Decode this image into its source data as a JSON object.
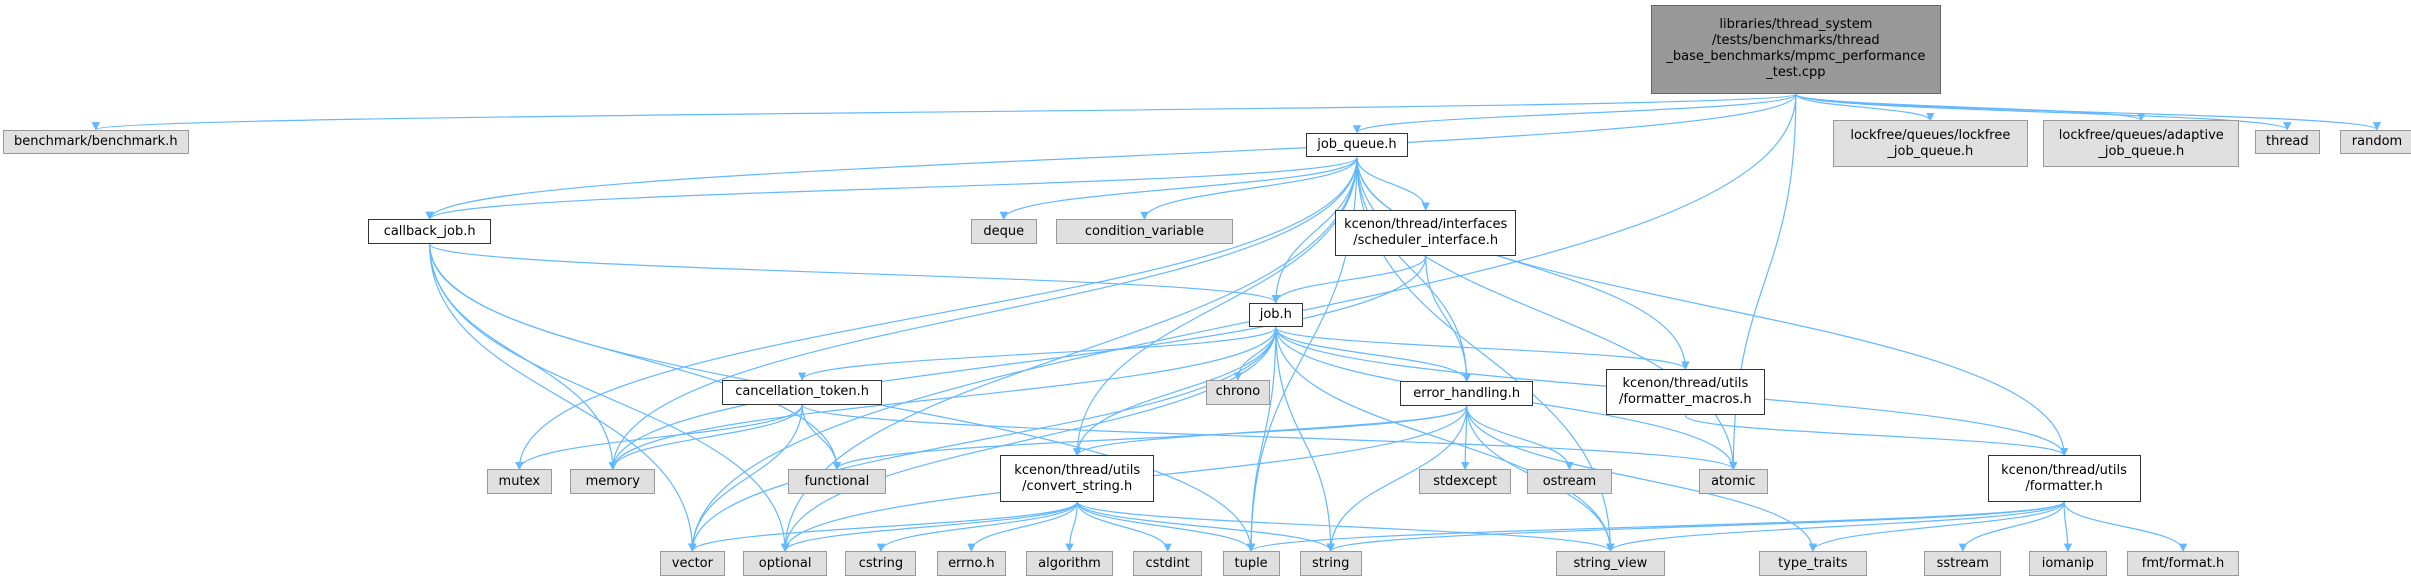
{
  "colors": {
    "edge": "#63b8ff",
    "root_fill": "#999999",
    "project_fill": "#ffffff",
    "system_fill": "#e0e0e0"
  },
  "root": "libraries/thread_system\n/tests/benchmarks/thread\n_base_benchmarks/mpmc_performance\n_test.cpp",
  "nodes": [
    {
      "id": "root",
      "label": "libraries/thread_system\n/tests/benchmarks/thread\n_base_benchmarks/mpmc_performance\n_test.cpp",
      "kind": "root"
    },
    {
      "id": "benchmark",
      "label": "benchmark/benchmark.h",
      "kind": "sys"
    },
    {
      "id": "job_queue",
      "label": "job_queue.h",
      "kind": "proj"
    },
    {
      "id": "lf_job_queue",
      "label": "lockfree/queues/lockfree\n_job_queue.h",
      "kind": "sys"
    },
    {
      "id": "adaptive_queue",
      "label": "lockfree/queues/adaptive\n_job_queue.h",
      "kind": "sys"
    },
    {
      "id": "thread",
      "label": "thread",
      "kind": "sys"
    },
    {
      "id": "random",
      "label": "random",
      "kind": "sys"
    },
    {
      "id": "callback_job",
      "label": "callback_job.h",
      "kind": "proj"
    },
    {
      "id": "deque",
      "label": "deque",
      "kind": "sys"
    },
    {
      "id": "condition_variable",
      "label": "condition_variable",
      "kind": "sys"
    },
    {
      "id": "scheduler",
      "label": "kcenon/thread/interfaces\n/scheduler_interface.h",
      "kind": "proj"
    },
    {
      "id": "job",
      "label": "job.h",
      "kind": "proj"
    },
    {
      "id": "cancellation",
      "label": "cancellation_token.h",
      "kind": "proj"
    },
    {
      "id": "chrono",
      "label": "chrono",
      "kind": "sys"
    },
    {
      "id": "error_handling",
      "label": "error_handling.h",
      "kind": "proj"
    },
    {
      "id": "formatter_macros",
      "label": "kcenon/thread/utils\n/formatter_macros.h",
      "kind": "proj"
    },
    {
      "id": "mutex",
      "label": "mutex",
      "kind": "sys"
    },
    {
      "id": "memory",
      "label": "memory",
      "kind": "sys"
    },
    {
      "id": "functional",
      "label": "functional",
      "kind": "sys"
    },
    {
      "id": "convert_string",
      "label": "kcenon/thread/utils\n/convert_string.h",
      "kind": "proj"
    },
    {
      "id": "stdexcept",
      "label": "stdexcept",
      "kind": "sys"
    },
    {
      "id": "ostream",
      "label": "ostream",
      "kind": "sys"
    },
    {
      "id": "atomic",
      "label": "atomic",
      "kind": "sys"
    },
    {
      "id": "formatter",
      "label": "kcenon/thread/utils\n/formatter.h",
      "kind": "proj"
    },
    {
      "id": "vector",
      "label": "vector",
      "kind": "sys"
    },
    {
      "id": "optional",
      "label": "optional",
      "kind": "sys"
    },
    {
      "id": "cstring",
      "label": "cstring",
      "kind": "sys"
    },
    {
      "id": "errno",
      "label": "errno.h",
      "kind": "sys"
    },
    {
      "id": "algorithm",
      "label": "algorithm",
      "kind": "sys"
    },
    {
      "id": "cstdint",
      "label": "cstdint",
      "kind": "sys"
    },
    {
      "id": "tuple",
      "label": "tuple",
      "kind": "sys"
    },
    {
      "id": "string",
      "label": "string",
      "kind": "sys"
    },
    {
      "id": "string_view",
      "label": "string_view",
      "kind": "sys"
    },
    {
      "id": "type_traits",
      "label": "type_traits",
      "kind": "sys"
    },
    {
      "id": "sstream",
      "label": "sstream",
      "kind": "sys"
    },
    {
      "id": "iomanip",
      "label": "iomanip",
      "kind": "sys"
    },
    {
      "id": "fmt_format",
      "label": "fmt/format.h",
      "kind": "sys"
    }
  ],
  "edges": [
    [
      "root",
      "benchmark"
    ],
    [
      "root",
      "job_queue"
    ],
    [
      "root",
      "lf_job_queue"
    ],
    [
      "root",
      "adaptive_queue"
    ],
    [
      "root",
      "thread"
    ],
    [
      "root",
      "random"
    ],
    [
      "root",
      "callback_job"
    ],
    [
      "root",
      "vector"
    ],
    [
      "root",
      "atomic"
    ],
    [
      "job_queue",
      "callback_job"
    ],
    [
      "job_queue",
      "deque"
    ],
    [
      "job_queue",
      "condition_variable"
    ],
    [
      "job_queue",
      "scheduler"
    ],
    [
      "job_queue",
      "job"
    ],
    [
      "job_queue",
      "error_handling"
    ],
    [
      "job_queue",
      "formatter_macros"
    ],
    [
      "job_queue",
      "convert_string"
    ],
    [
      "job_queue",
      "formatter"
    ],
    [
      "job_queue",
      "mutex"
    ],
    [
      "job_queue",
      "memory"
    ],
    [
      "job_queue",
      "atomic"
    ],
    [
      "job_queue",
      "tuple"
    ],
    [
      "job_queue",
      "string_view"
    ],
    [
      "job_queue",
      "optional"
    ],
    [
      "callback_job",
      "job"
    ],
    [
      "callback_job",
      "vector"
    ],
    [
      "callback_job",
      "optional"
    ],
    [
      "callback_job",
      "memory"
    ],
    [
      "callback_job",
      "functional"
    ],
    [
      "callback_job",
      "tuple"
    ],
    [
      "scheduler",
      "job"
    ],
    [
      "scheduler",
      "error_handling"
    ],
    [
      "scheduler",
      "memory"
    ],
    [
      "job",
      "cancellation"
    ],
    [
      "job",
      "chrono"
    ],
    [
      "job",
      "error_handling"
    ],
    [
      "job",
      "formatter_macros"
    ],
    [
      "job",
      "convert_string"
    ],
    [
      "job",
      "formatter"
    ],
    [
      "job",
      "vector"
    ],
    [
      "job",
      "optional"
    ],
    [
      "job",
      "memory"
    ],
    [
      "job",
      "tuple"
    ],
    [
      "job",
      "string"
    ],
    [
      "job",
      "string_view"
    ],
    [
      "job",
      "atomic"
    ],
    [
      "cancellation",
      "mutex"
    ],
    [
      "cancellation",
      "memory"
    ],
    [
      "cancellation",
      "functional"
    ],
    [
      "cancellation",
      "vector"
    ],
    [
      "cancellation",
      "atomic"
    ],
    [
      "error_handling",
      "convert_string"
    ],
    [
      "error_handling",
      "stdexcept"
    ],
    [
      "error_handling",
      "ostream"
    ],
    [
      "error_handling",
      "string"
    ],
    [
      "error_handling",
      "string_view"
    ],
    [
      "error_handling",
      "type_traits"
    ],
    [
      "error_handling",
      "functional"
    ],
    [
      "error_handling",
      "optional"
    ],
    [
      "formatter_macros",
      "formatter"
    ],
    [
      "convert_string",
      "vector"
    ],
    [
      "convert_string",
      "optional"
    ],
    [
      "convert_string",
      "cstring"
    ],
    [
      "convert_string",
      "errno"
    ],
    [
      "convert_string",
      "algorithm"
    ],
    [
      "convert_string",
      "cstdint"
    ],
    [
      "convert_string",
      "tuple"
    ],
    [
      "convert_string",
      "string"
    ],
    [
      "convert_string",
      "string_view"
    ],
    [
      "formatter",
      "string"
    ],
    [
      "formatter",
      "string_view"
    ],
    [
      "formatter",
      "type_traits"
    ],
    [
      "formatter",
      "sstream"
    ],
    [
      "formatter",
      "iomanip"
    ],
    [
      "formatter",
      "fmt_format"
    ],
    [
      "formatter",
      "tuple"
    ]
  ]
}
